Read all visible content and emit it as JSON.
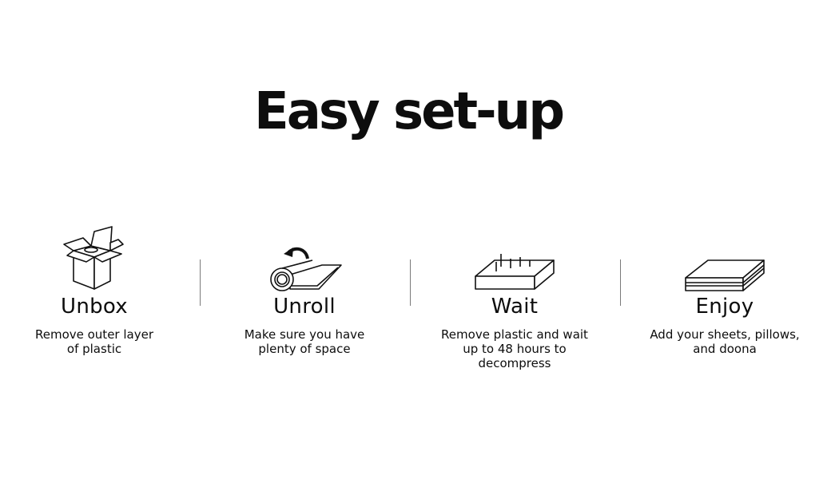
{
  "page": {
    "title": "Easy set-up"
  },
  "steps": [
    {
      "icon": "open-box-icon",
      "heading": "Unbox",
      "description": "Remove outer layer\nof plastic"
    },
    {
      "icon": "unrolling-mattress-icon",
      "heading": "Unroll",
      "description": "Make sure you have\nplenty of space"
    },
    {
      "icon": "decompressing-mattress-icon",
      "heading": "Wait",
      "description": "Remove plastic and wait\nup to 48 hours to\ndecompress"
    },
    {
      "icon": "made-bed-icon",
      "heading": "Enjoy",
      "description": "Add your sheets, pillows,\nand doona"
    }
  ],
  "colors": {
    "text": "#0d0d0d",
    "divider": "#7a7a7a",
    "background": "#ffffff"
  }
}
